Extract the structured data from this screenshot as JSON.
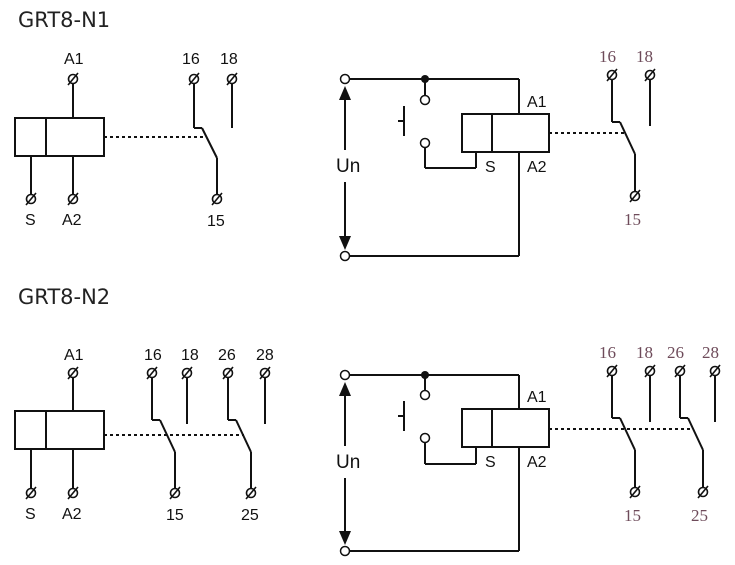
{
  "sections": [
    {
      "title": "GRT8-N1",
      "left": {
        "a1": "A1",
        "s": "S",
        "a2": "A2",
        "contacts": [
          {
            "nc": "16",
            "no": "18",
            "com": "15"
          }
        ]
      },
      "right": {
        "un": "Un",
        "a1": "A1",
        "s": "S",
        "a2": "A2",
        "contacts": [
          {
            "nc": "16",
            "no": "18",
            "com": "15"
          }
        ]
      }
    },
    {
      "title": "GRT8-N2",
      "left": {
        "a1": "A1",
        "s": "S",
        "a2": "A2",
        "contacts": [
          {
            "nc": "16",
            "no": "18",
            "com": "15"
          },
          {
            "nc": "26",
            "no": "28",
            "com": "25"
          }
        ]
      },
      "right": {
        "un": "Un",
        "a1": "A1",
        "s": "S",
        "a2": "A2",
        "contacts": [
          {
            "nc": "16",
            "no": "18",
            "com": "15"
          },
          {
            "nc": "26",
            "no": "28",
            "com": "25"
          }
        ]
      }
    }
  ]
}
